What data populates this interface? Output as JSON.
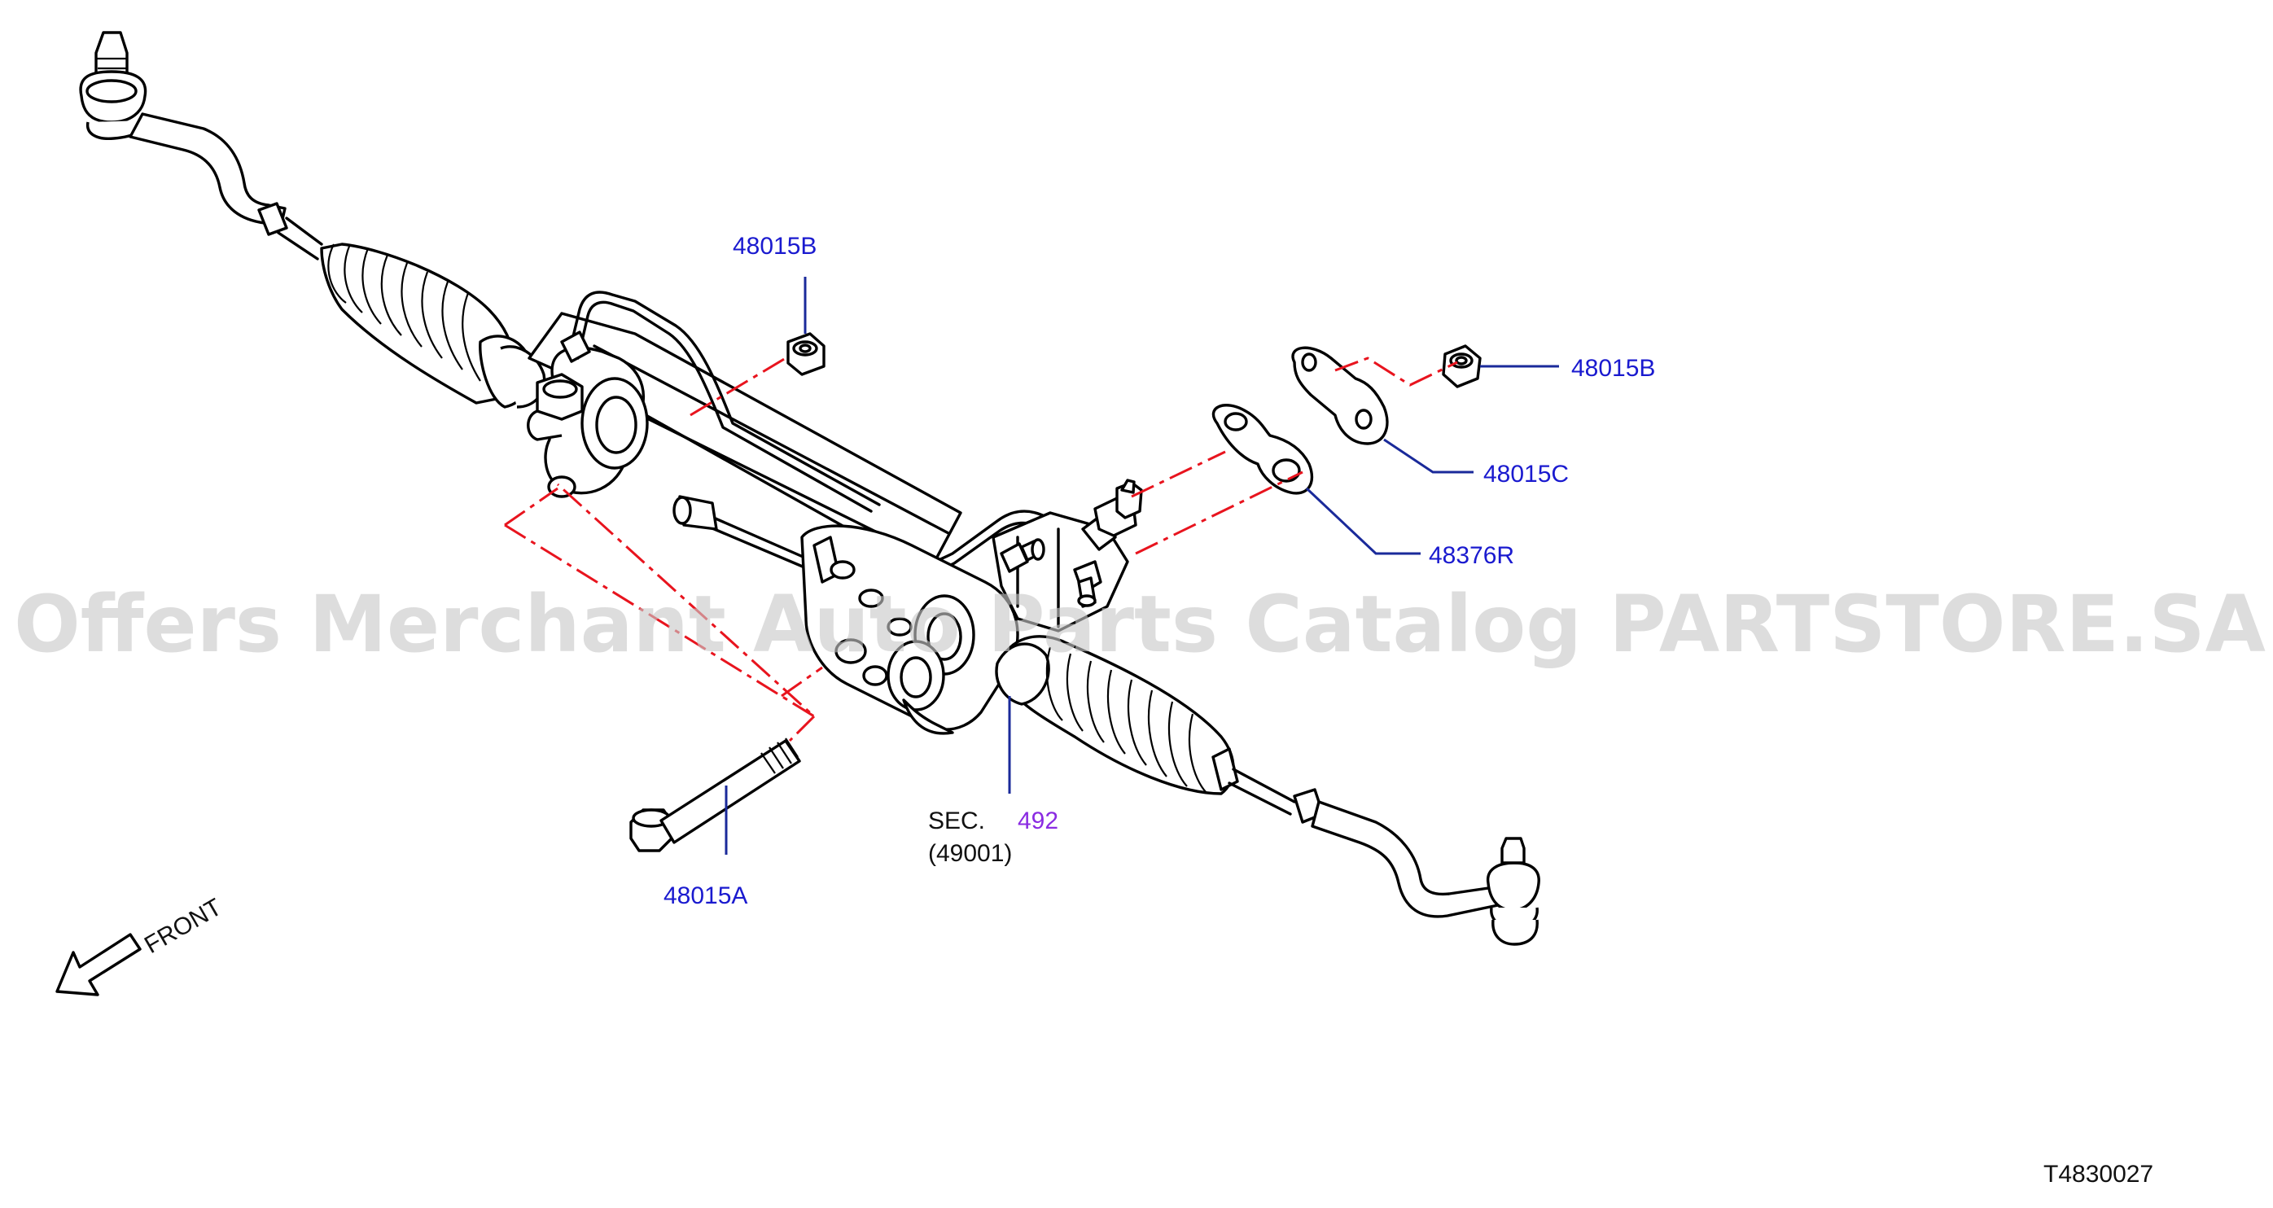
{
  "watermark": "Offers Merchant Auto Parts Catalog PARTSTORE.SA",
  "diagram_code": "T4830027",
  "front_label": "FRONT",
  "callouts": {
    "nut_upper": "48015B",
    "nut_right": "48015B",
    "plate": "48015C",
    "washer": "48376R",
    "bolt": "48015A",
    "sec_prefix": "SEC.",
    "sec_number": "492",
    "sec_sub": "(49001)"
  },
  "colors": {
    "callout_text": "#1a1acf",
    "section_link": "#8a2be2",
    "install_line": "#e8141e",
    "watermark": "#c8c8c8"
  },
  "icons": [
    "front-arrow-icon"
  ]
}
